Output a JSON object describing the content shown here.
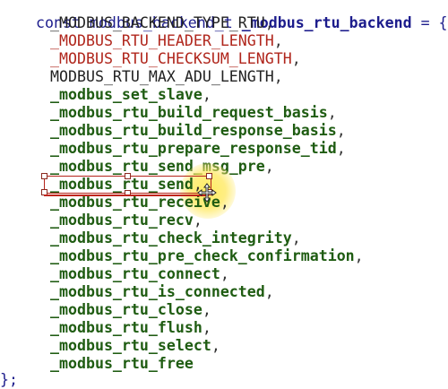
{
  "code": {
    "header": {
      "prefix": "const modbus_backend_t ",
      "name": "_modbus_rtu_backend",
      "suffix": " = {"
    },
    "lines": [
      {
        "text": "_MODBUS_BACKEND_TYPE_RTU",
        "punct": ","
      },
      {
        "text": "_MODBUS_RTU_HEADER_LENGTH",
        "punct": ","
      },
      {
        "text": "_MODBUS_RTU_CHECKSUM_LENGTH",
        "punct": ","
      },
      {
        "text": "MODBUS_RTU_MAX_ADU_LENGTH",
        "punct": ","
      },
      {
        "text": "_modbus_set_slave",
        "punct": ","
      },
      {
        "text": "_modbus_rtu_build_request_basis",
        "punct": ","
      },
      {
        "text": "_modbus_rtu_build_response_basis",
        "punct": ","
      },
      {
        "text": "_modbus_rtu_prepare_response_tid",
        "punct": ","
      },
      {
        "text": "_modbus_rtu_send_msg_pre",
        "punct": ","
      },
      {
        "text": "_modbus_rtu_send",
        "punct": ","
      },
      {
        "text": "_modbus_rtu_receive",
        "punct": ","
      },
      {
        "text": "_modbus_rtu_recv",
        "punct": ","
      },
      {
        "text": "_modbus_rtu_check_integrity",
        "punct": ","
      },
      {
        "text": "_modbus_rtu_pre_check_confirmation",
        "punct": ","
      },
      {
        "text": "_modbus_rtu_connect",
        "punct": ","
      },
      {
        "text": "_modbus_rtu_is_connected",
        "punct": ","
      },
      {
        "text": "_modbus_rtu_close",
        "punct": ","
      },
      {
        "text": "_modbus_rtu_flush",
        "punct": ","
      },
      {
        "text": "_modbus_rtu_select",
        "punct": ","
      },
      {
        "text": "_modbus_rtu_free",
        "punct": ""
      }
    ],
    "footer": "};"
  },
  "colors": {
    "keyword": "#1c1c8c",
    "function": "#1f5c12",
    "macro_red": "#b0261c",
    "macro_dark": "#222222",
    "annotation": "#c0241b",
    "highlight": "#ffe85a"
  },
  "icons": {
    "cursor": "move-cursor-icon"
  }
}
